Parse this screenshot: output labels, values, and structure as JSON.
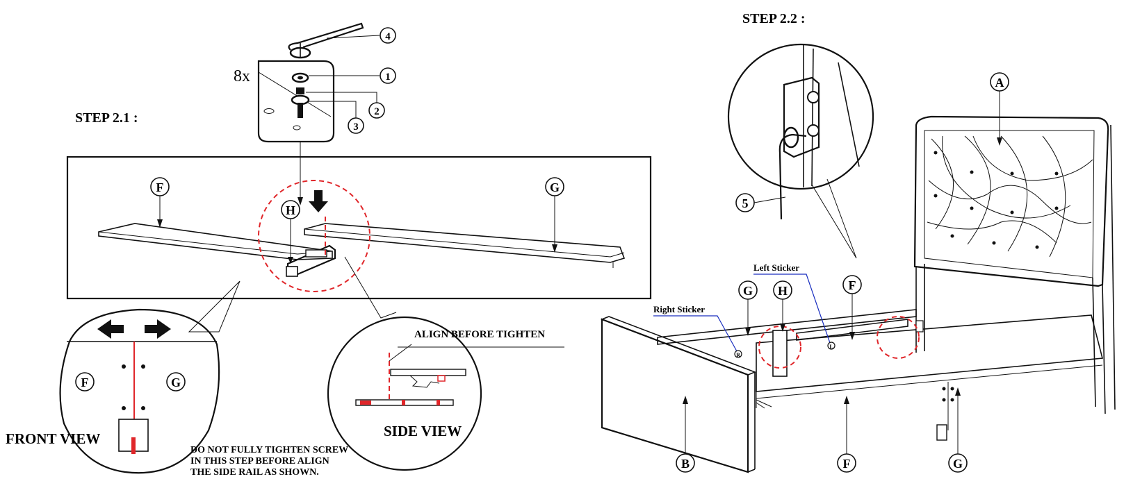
{
  "step_2_1": {
    "title": "STEP 2.1 :",
    "quantity": "8x",
    "hardware_callouts": [
      "4",
      "1",
      "2",
      "3"
    ],
    "part_labels": {
      "left_rail": "F",
      "right_rail": "G",
      "bracket": "H"
    },
    "front_view": {
      "label": "FRONT VIEW",
      "left": "F",
      "right": "G"
    },
    "side_view": {
      "label": "SIDE VIEW",
      "note": "ALIGN BEFORE  TIGHTEN"
    },
    "warning": [
      "DO NOT FULLY TIGHTEN SCREW",
      "IN THIS STEP BEFORE ALIGN",
      "THE SIDE RAIL AS SHOWN."
    ]
  },
  "step_2_2": {
    "title": "STEP 2.2 :",
    "tool_callout": "5",
    "headboard": "A",
    "footboard": "B",
    "rail_g": "G",
    "bracket_h": "H",
    "rail_f": "F",
    "right_sticker": "Right Sticker",
    "right_sticker_mark": "R",
    "left_sticker": "Left Sticker",
    "left_sticker_mark": "L",
    "bottom_labels": [
      "B",
      "F",
      "G"
    ]
  },
  "colors": {
    "line": "#111111",
    "accent_red": "#e0262a",
    "leader_blue": "#1a2fbf"
  }
}
